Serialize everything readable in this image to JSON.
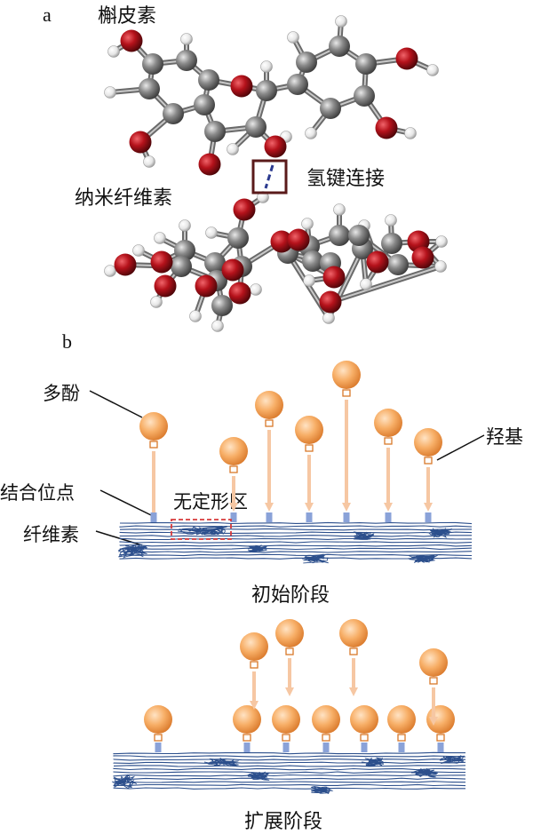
{
  "panel_a": {
    "letter": "a",
    "quercetin_label": "槲皮素",
    "hbond_label": "氢键连接",
    "nanocellulose_label": "纳米纤维素"
  },
  "panel_b": {
    "letter": "b",
    "polyphenol_label": "多酚",
    "hydroxyl_label": "羟基",
    "binding_site_label": "结合位点",
    "amorphous_label": "无定形区",
    "cellulose_label": "纤维素",
    "initial_stage_label": "初始阶段",
    "expansion_stage_label": "扩展阶段"
  },
  "colors": {
    "oxygen": "#b5121b",
    "carbon": "#8a8a8a",
    "hydrogen": "#ffffff",
    "fiber": "#2c4f8c",
    "sphere": "#f2a25a",
    "arrow": "#f6c7a3",
    "site": "#8aa2d8",
    "amorphous_box": "#d83a3a"
  }
}
